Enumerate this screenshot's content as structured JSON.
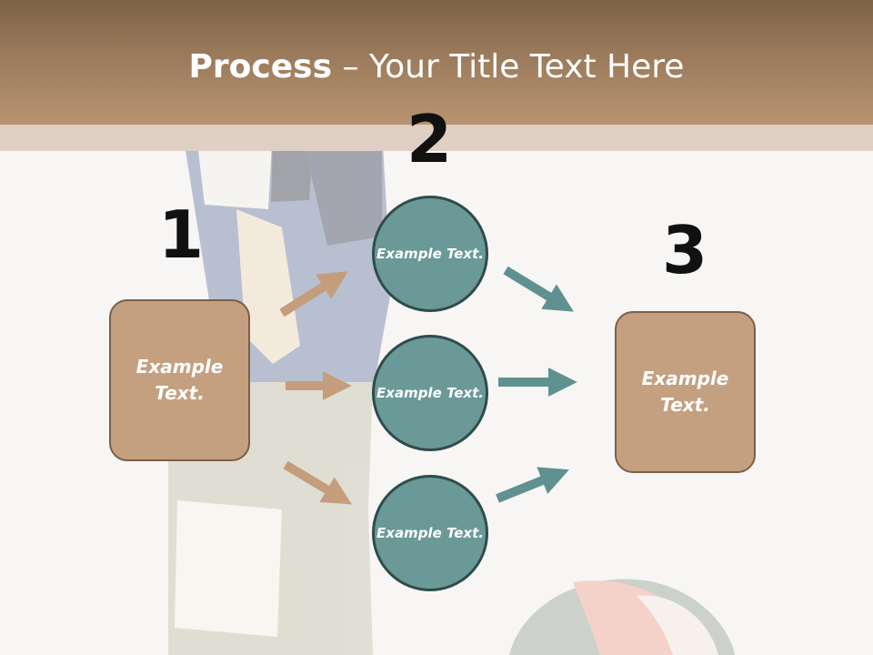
{
  "slide": {
    "title_bold": "Process",
    "title_rest": " – Your Title Text Here",
    "steps": [
      "1",
      "2",
      "3"
    ],
    "left_box": "Example Text.",
    "circles": [
      "Example Text.",
      "Example Text.",
      "Example Text."
    ],
    "right_box": "Example Text."
  },
  "colors": {
    "header_brown": "#9b7b5c",
    "box_tan": "#c4a080",
    "circle_teal": "#6a9998",
    "arrow_tan": "#c49e7c",
    "arrow_teal": "#5f9191"
  }
}
